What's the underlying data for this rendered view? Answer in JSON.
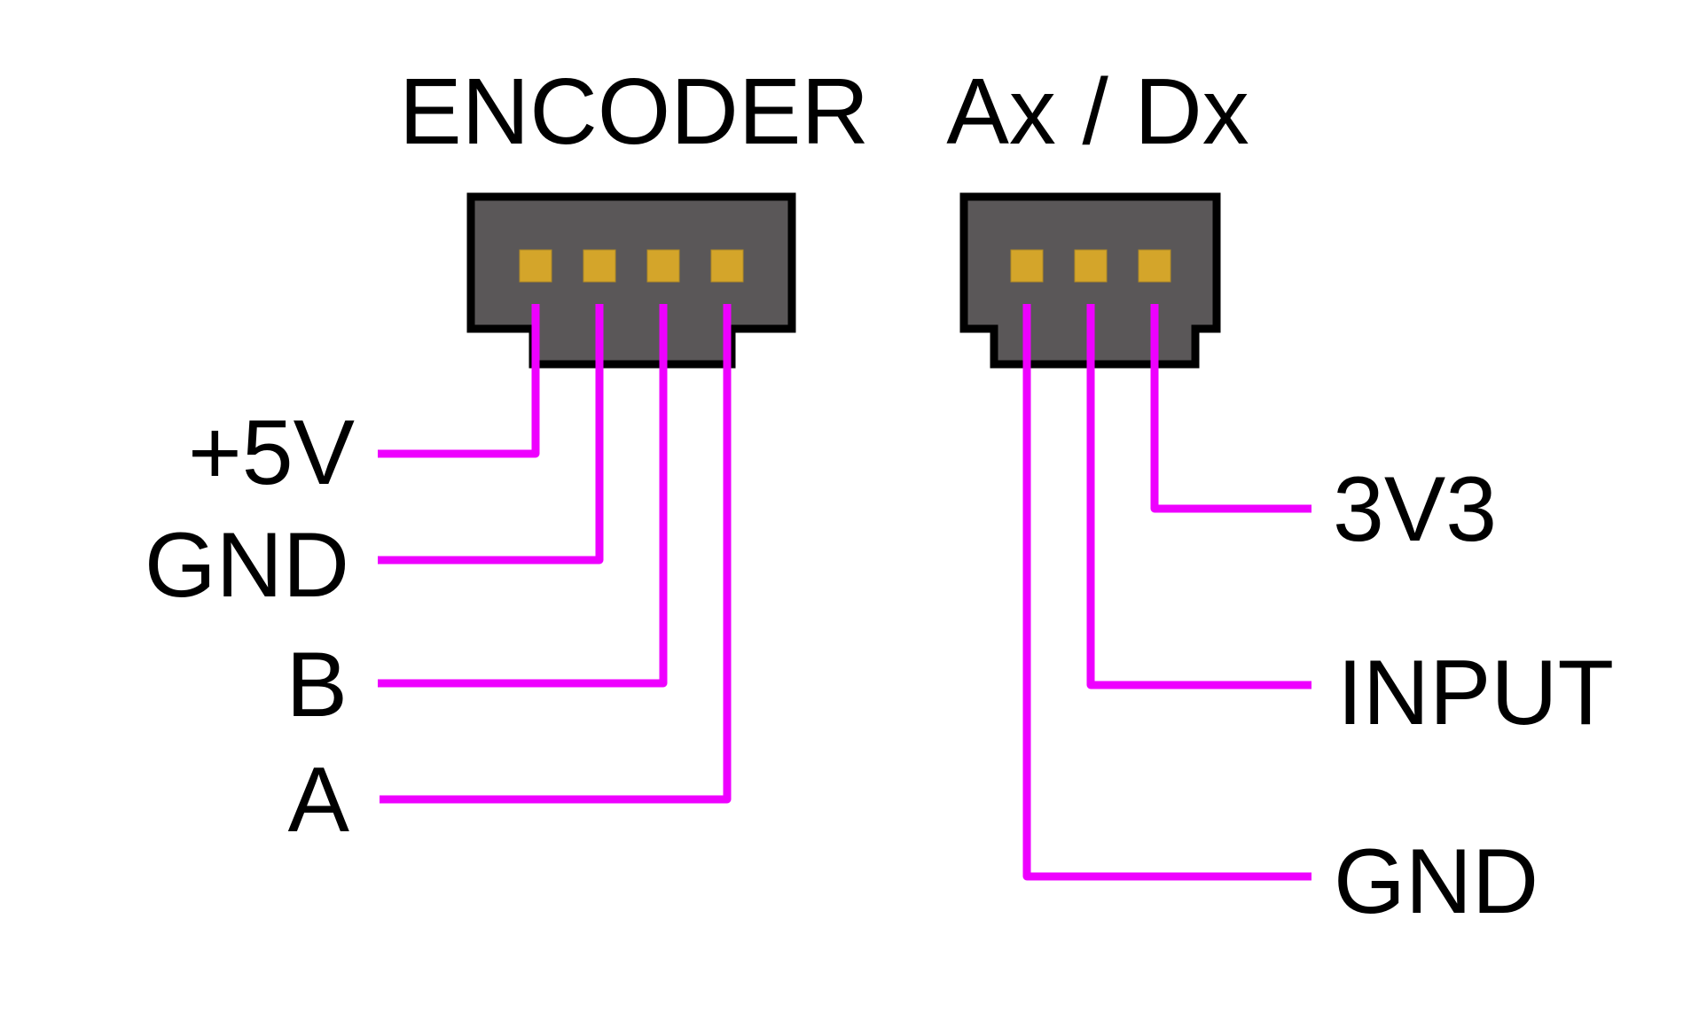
{
  "connectors": [
    {
      "id": "encoder",
      "title": "ENCODER",
      "pin_count": 4,
      "pins": [
        {
          "label": "+5V"
        },
        {
          "label": "GND"
        },
        {
          "label": "B"
        },
        {
          "label": "A"
        }
      ],
      "label_side": "left"
    },
    {
      "id": "axdx",
      "title": "Ax / Dx",
      "pin_count": 3,
      "pins": [
        {
          "label": "GND"
        },
        {
          "label": "INPUT"
        },
        {
          "label": "3V3"
        }
      ],
      "label_side": "right"
    }
  ],
  "colors": {
    "wire": "#ee00ff",
    "connector_body": "#5a5758",
    "connector_outline": "#000000",
    "pin": "#d4a52a"
  }
}
